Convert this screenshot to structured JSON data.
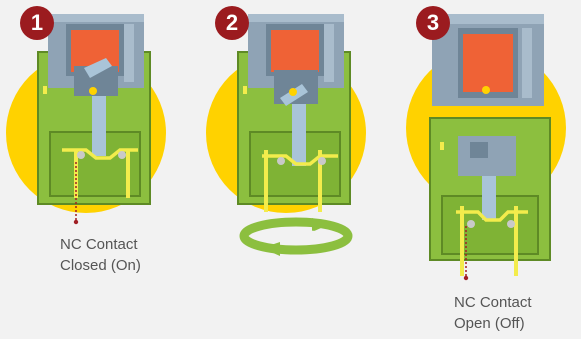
{
  "steps": [
    {
      "number": "1",
      "label_line1": "NC Contact",
      "label_line2": "Closed (On)"
    },
    {
      "number": "2"
    },
    {
      "number": "3",
      "label_line1": "NC Contact",
      "label_line2": "Open (Off)"
    }
  ],
  "colors": {
    "badge": "#9b1b1f",
    "yellow_circle": "#ffd200",
    "housing_green": "#8cbf3f",
    "housing_dark": "#5e8a25",
    "actuator_grey": "#8fa3b5",
    "actuator_dark": "#6f8597",
    "plunger_blue": "#a9c4d8",
    "cam_orange": "#ef6236",
    "contact_yellow": "#f3ec4c",
    "leader_red": "#a01f25",
    "label_text": "#555555"
  }
}
